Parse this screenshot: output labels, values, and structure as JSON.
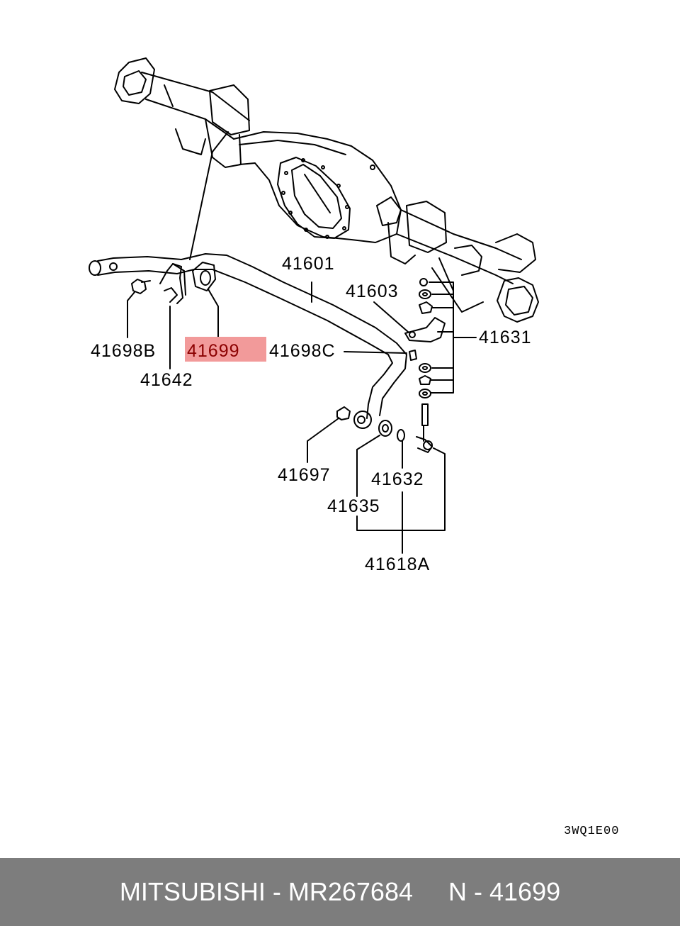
{
  "parts": {
    "p41601": "41601",
    "p41603": "41603",
    "p41631": "41631",
    "p41698B": "41698B",
    "p41699": "41699",
    "p41698C": "41698C",
    "p41642": "41642",
    "p41697": "41697",
    "p41632": "41632",
    "p41635": "41635",
    "p41618A": "41618A"
  },
  "drawing_code": "3WQ1E00",
  "footer": {
    "text": "MITSUBISHI - MR267684     N - 41699"
  },
  "highlight_color": "#f29a9a"
}
